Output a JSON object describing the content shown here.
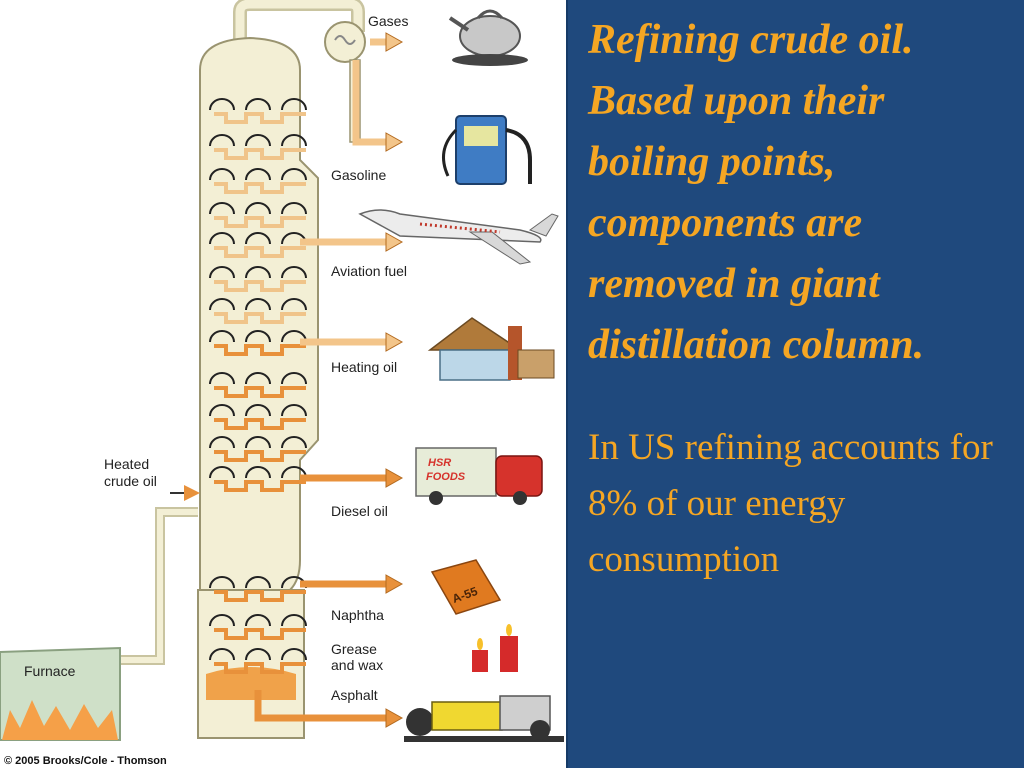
{
  "heading": "Refining crude oil. Based upon their boiling points, components are removed in giant distillation column.",
  "body": "In US refining accounts for 8% of our energy consumption",
  "diagram": {
    "fractions": [
      "Gases",
      "Gasoline",
      "Aviation fuel",
      "Heating oil",
      "Diesel oil",
      "Naphtha",
      "Grease\nand wax",
      "Asphalt"
    ],
    "input_label": [
      "Heated",
      "crude oil"
    ],
    "furnace_label": "Furnace",
    "truck_text": [
      "HSR",
      "FOODS"
    ],
    "can_text": "A-55",
    "copyright": "© 2005 Brooks/Cole - Thomson"
  },
  "colors": {
    "background": "#1f497d",
    "text": "#f5a623",
    "arrow": "#e8913b",
    "tray": "#e8913b",
    "column": "#f3efd5"
  }
}
